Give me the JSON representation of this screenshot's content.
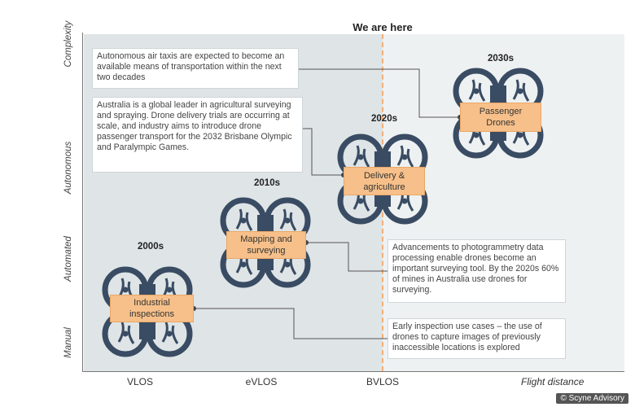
{
  "header": {
    "marker": "We are here"
  },
  "y_axis": {
    "title": "Complexity",
    "levels": [
      "Manual",
      "Automated",
      "Autonomous"
    ]
  },
  "x_axis": {
    "title": "Flight distance",
    "ticks": [
      "VLOS",
      "eVLOS",
      "BVLOS"
    ]
  },
  "eras": [
    {
      "decade": "2000s",
      "label": "Industrial inspections",
      "icon": "drone-icon"
    },
    {
      "decade": "2010s",
      "label": "Mapping and surveying",
      "icon": "drone-icon"
    },
    {
      "decade": "2020s",
      "label": "Delivery & agriculture",
      "icon": "drone-icon"
    },
    {
      "decade": "2030s",
      "label": "Passenger Drones",
      "icon": "drone-icon"
    }
  ],
  "notes": {
    "air_taxis": "Autonomous air taxis are expected to become an available means of transportation within the next two decades",
    "australia": "Australia is a global leader in agricultural surveying and spraying. Drone delivery trials are occurring at scale, and industry aims to introduce drone passenger transport for the 2032 Brisbane Olympic and Paralympic Games.",
    "photogrammetry": "Advancements to photogrammetry data processing enable drones become an important surveying tool. By the 2020s 60% of mines in Australia use drones for surveying.",
    "inspection": "Early inspection use cases – the use of drones to capture images of previously inaccessible locations is explored"
  },
  "credit": "© Scyne Advisory",
  "colors": {
    "past_background": "#dfe4e6",
    "future_background": "#eef1f2",
    "label_fill": "#f7c08a",
    "drone_dark": "#394c63",
    "marker_line": "#f0b07a"
  }
}
